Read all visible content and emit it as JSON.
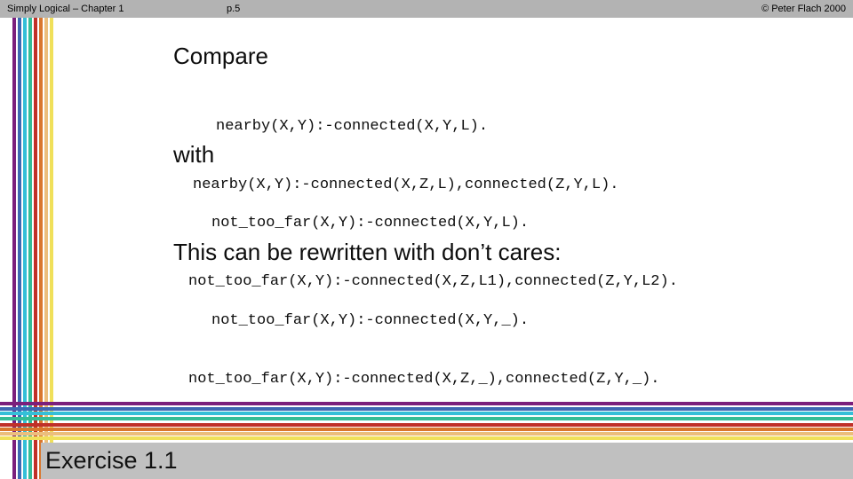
{
  "header": {
    "left": "Simply Logical – Chapter 1",
    "center": "p.5",
    "right": "© Peter Flach 2000",
    "bg": "#b3b3b3"
  },
  "sections": [
    {
      "heading": "Compare",
      "code": [
        "nearby(X,Y):-connected(X,Y,L).",
        "nearby(X,Y):-connected(X,Z,L),connected(Z,Y,L)."
      ]
    },
    {
      "heading": "with",
      "code": [
        "not_too_far(X,Y):-connected(X,Y,L).",
        "not_too_far(X,Y):-connected(X,Z,L1),connected(Z,Y,L2)."
      ]
    },
    {
      "heading": "This can be rewritten with don’t cares:",
      "code": [
        "not_too_far(X,Y):-connected(X,Y,_).",
        "not_too_far(X,Y):-connected(X,Z,_),connected(Z,Y,_)."
      ]
    }
  ],
  "footer": {
    "label": "Exercise 1.1",
    "bg": "#c0c0c0"
  },
  "stripes": {
    "colors": [
      "#7b1f7c",
      "#3e68b2",
      "#35bfd8",
      "#35bc96",
      "#c03028",
      "#d9772e",
      "#ecbe7c",
      "#f0e05a"
    ]
  }
}
